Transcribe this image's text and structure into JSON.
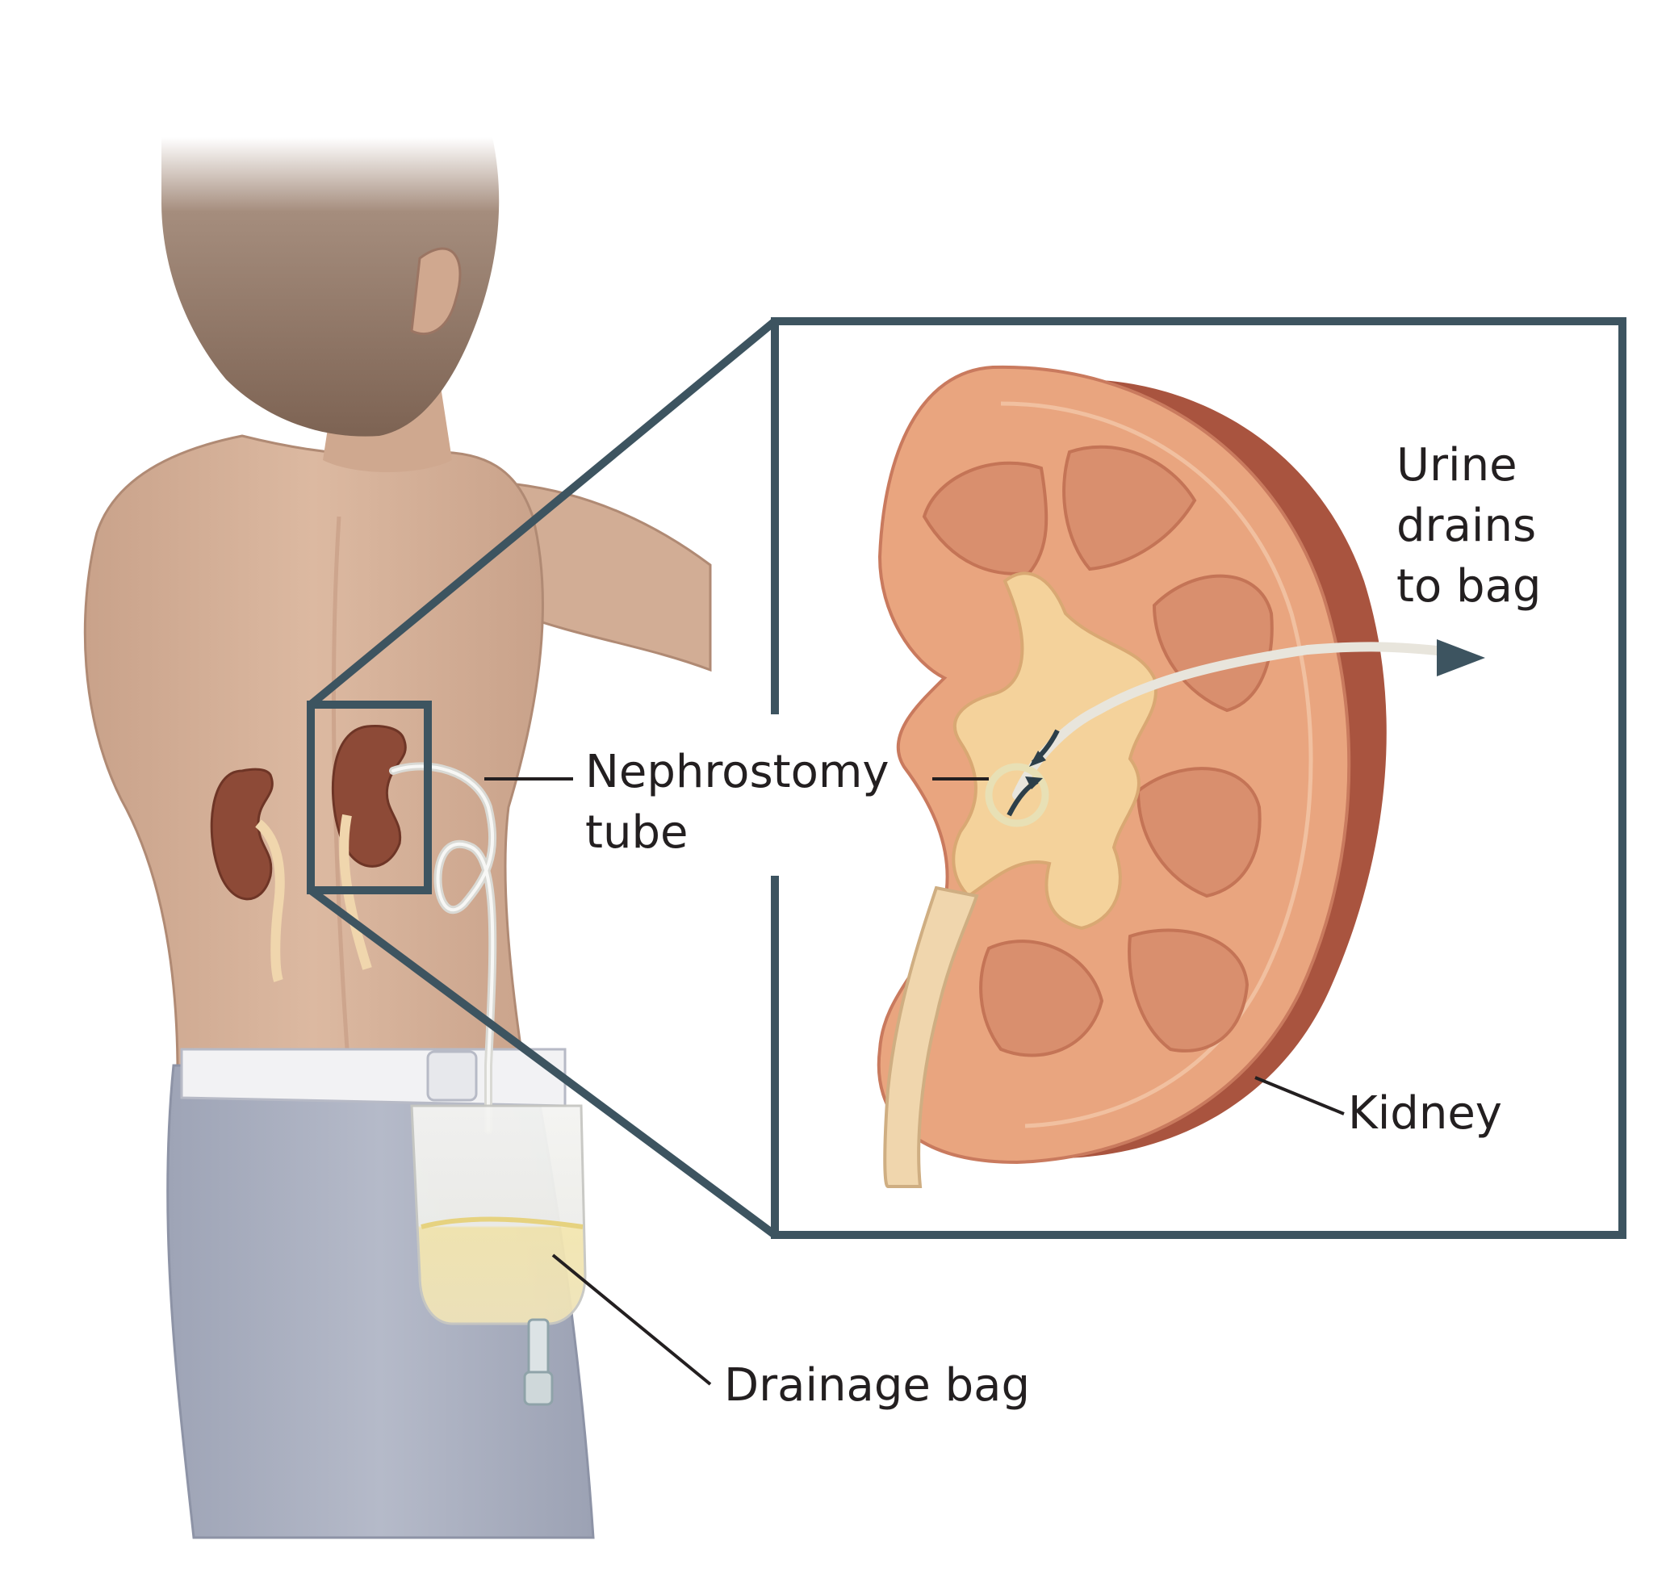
{
  "labels": {
    "nephrostomy_tube_line1": "Nephrostomy",
    "nephrostomy_tube_line2": "tube",
    "urine_line1": "Urine",
    "urine_line2": "drains",
    "urine_line3": "to bag",
    "kidney": "Kidney",
    "drainage_bag": "Drainage bag"
  },
  "colors": {
    "frame": "#3d5460",
    "skin": "#d9b59c",
    "hair": "#8a6f5e",
    "pants": "#a7acbd",
    "kidney_dark": "#8d4a37",
    "kidney_cut": "#e9a57f",
    "kidney_cortex": "#b96a52",
    "pelvis": "#f4d29b",
    "urine": "#f5e5a7",
    "text": "#231f20"
  }
}
